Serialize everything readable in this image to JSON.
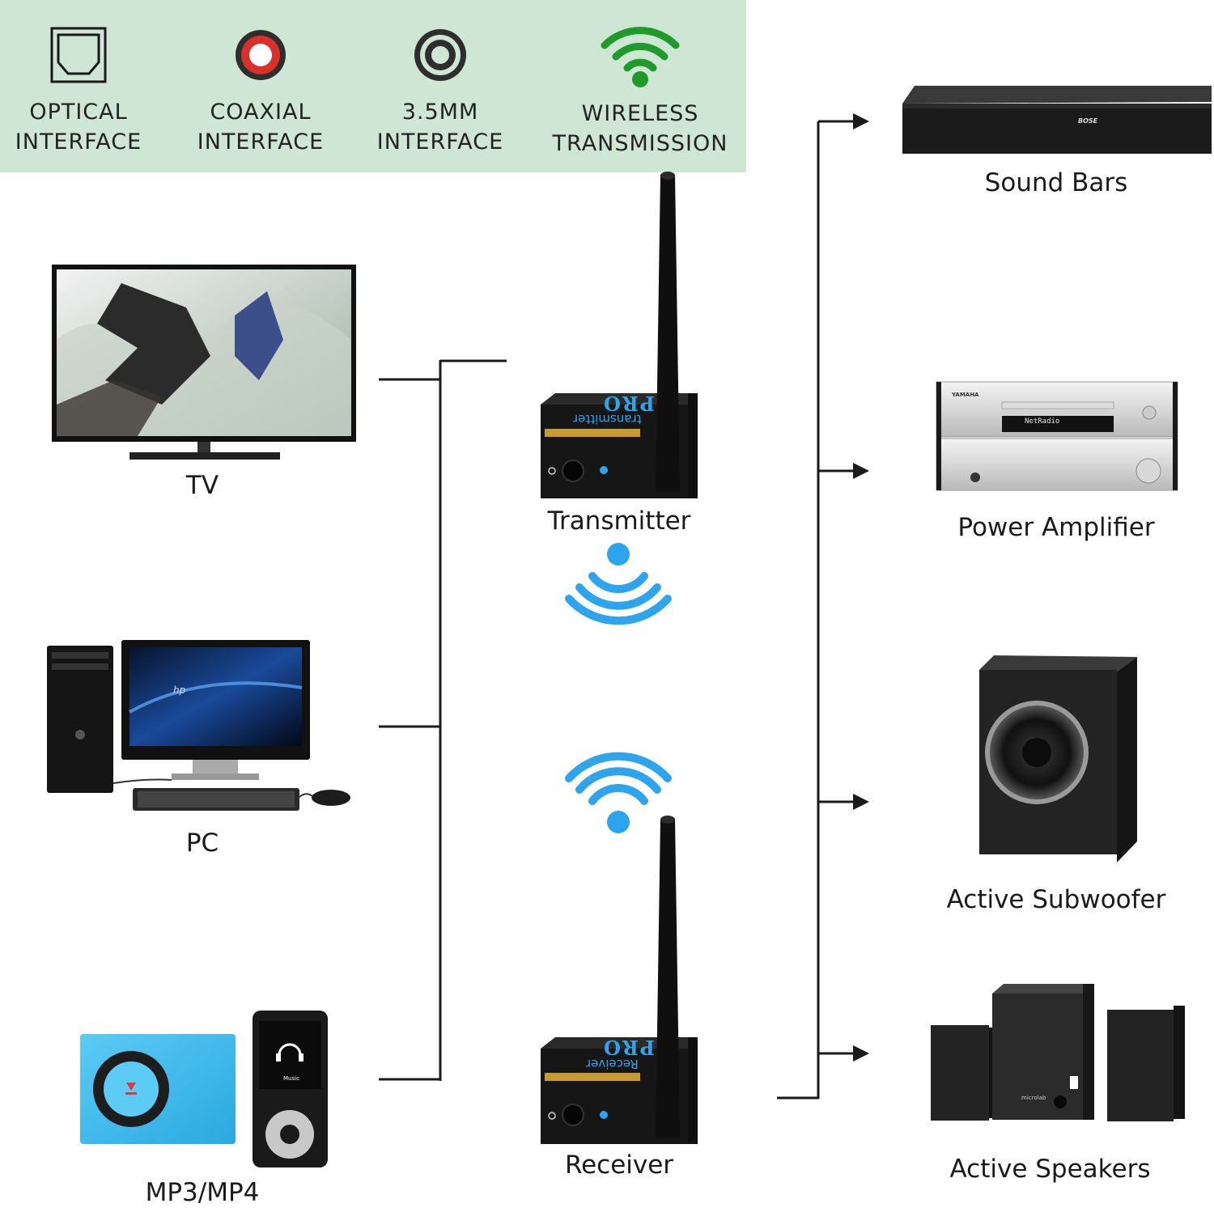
{
  "features": [
    {
      "icon": "optical-port-icon",
      "line1": "OPTICAL",
      "line2": "INTERFACE"
    },
    {
      "icon": "coaxial-port-icon",
      "line1": "COAXIAL",
      "line2": "INTERFACE"
    },
    {
      "icon": "jack-3-5mm-icon",
      "line1": "3.5MM",
      "line2": "INTERFACE"
    },
    {
      "icon": "wireless-signal-icon",
      "line1": "WIRELESS",
      "line2": "TRANSMISSION"
    }
  ],
  "sources": [
    {
      "label": "TV"
    },
    {
      "label": "PC"
    },
    {
      "label": "MP3/MP4"
    }
  ],
  "devices": {
    "transmitter": {
      "label": "Transmitter",
      "panel_text": "transmitter",
      "logo": "PRO"
    },
    "receiver": {
      "label": "Receiver",
      "panel_text": "Receiver",
      "logo": "PRO"
    }
  },
  "outputs": [
    {
      "label": "Sound Bars",
      "brand": "BOSE"
    },
    {
      "label": "Power Amplifier",
      "brand": "YAMAHA",
      "display": "NetRadio"
    },
    {
      "label": "Active Subwoofer"
    },
    {
      "label": "Active Speakers",
      "brand": "microlab"
    }
  ],
  "pc_brand": "hp",
  "mp3_screen": "Music",
  "colors": {
    "banner": "#cfe6d4",
    "accent_red": "#d9302c",
    "wifi_green": "#1e9b2a",
    "signal_blue": "#2ea3ee"
  }
}
